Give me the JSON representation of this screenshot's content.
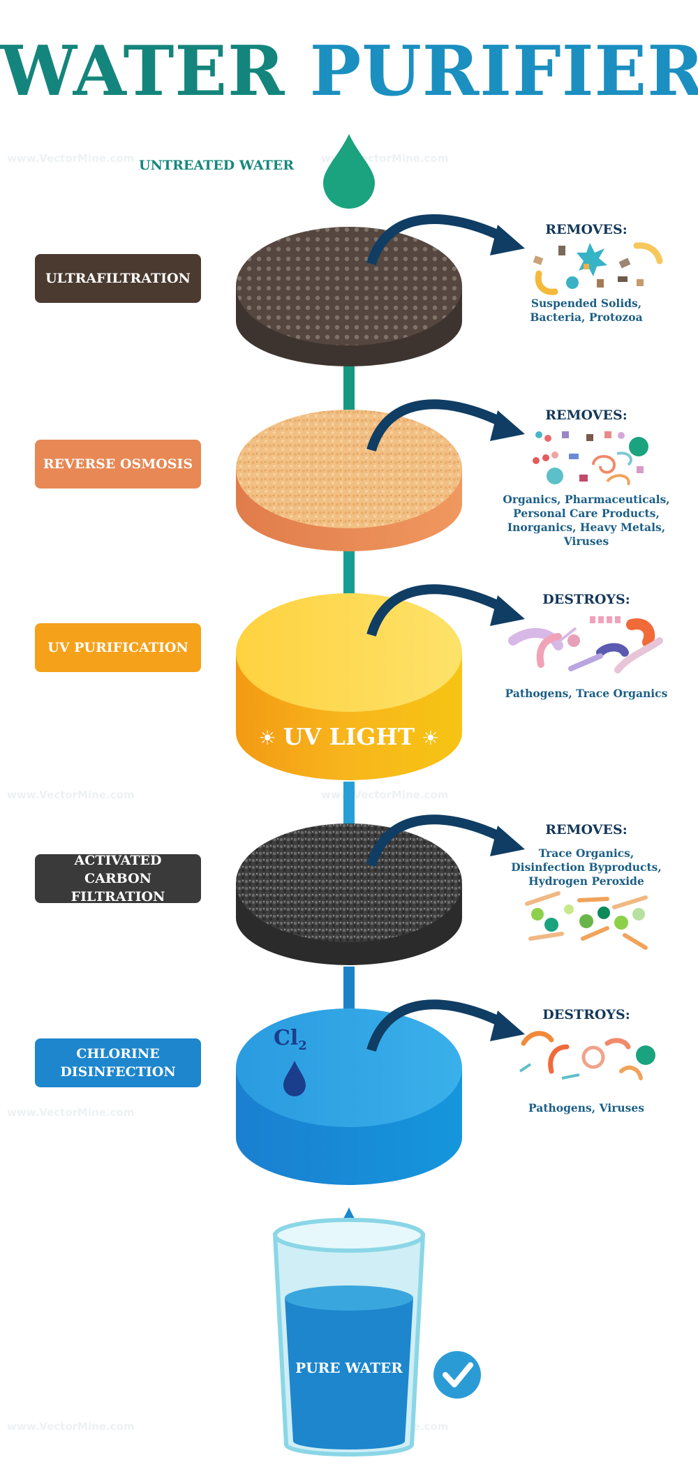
{
  "title": {
    "word1": "WATER",
    "word2": "PURIFIER"
  },
  "inlet_label": "UNTREATED WATER",
  "stages": [
    {
      "label": "ULTRAFILTRATION",
      "action": "REMOVES:",
      "description": "Suspended Solids, Bacteria, Protozoa"
    },
    {
      "label": "REVERSE OSMOSIS",
      "action": "REMOVES:",
      "description": "Organics, Pharmaceuticals, Personal Care Products, Inorganics, Heavy Metals, Viruses"
    },
    {
      "label": "UV PURIFICATION",
      "action": "DESTROYS:",
      "description": "Pathogens, Trace Organics"
    },
    {
      "label": "ACTIVATED CARBON FILTRATION",
      "action": "REMOVES:",
      "description": "Trace Organics, Disinfection Byproducts, Hydrogen Peroxide"
    },
    {
      "label": "CHLORINE DISINFECTION",
      "action": "DESTROYS:",
      "description": "Pathogens, Viruses"
    }
  ],
  "uv_light_label": "UV LIGHT",
  "chlorine_symbol": {
    "base": "Cl",
    "subscript": "2"
  },
  "outlet_label": "PURE WATER",
  "watermark": "www.VectorMine.com",
  "colors": {
    "title_teal": "#14857c",
    "title_blue": "#1b8fc0",
    "ultrafiltration": "#4b3a30",
    "reverse_osmosis": "#e78855",
    "uv_purification": "#f5a11a",
    "activated_carbon": "#3a3a3a",
    "chlorine": "#1d86cc",
    "arrow_navy": "#103d63",
    "check_blue": "#2b9bd6"
  }
}
